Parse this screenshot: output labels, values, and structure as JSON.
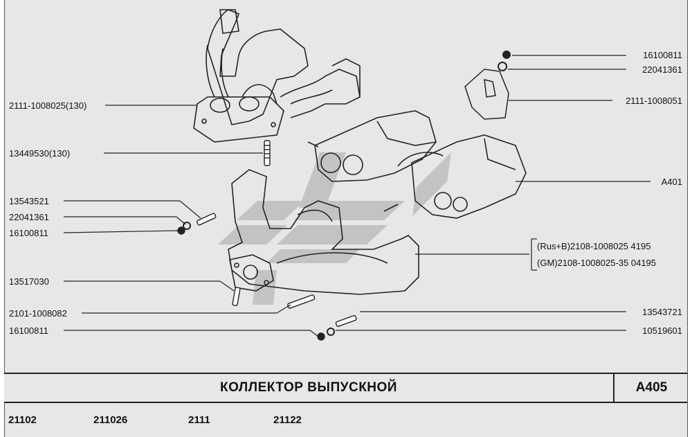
{
  "title": "КОЛЛЕКТОР   ВЫПУСКНОЙ",
  "section_code": "A405",
  "models": [
    "21102",
    "211026",
    "2111",
    "21122"
  ],
  "parts_left": [
    {
      "number": "2111-1008025(130)"
    },
    {
      "number": "13449530(130)"
    },
    {
      "number": "13543521"
    },
    {
      "number": "22041361"
    },
    {
      "number": "16100811"
    },
    {
      "number": "13517030"
    },
    {
      "number": "2101-1008082"
    },
    {
      "number": "16100811"
    }
  ],
  "parts_right": [
    {
      "number": "16100811"
    },
    {
      "number": "22041361"
    },
    {
      "number": "2111-1008051"
    },
    {
      "number": "A401"
    },
    {
      "number": "(Rus+B)2108-1008025   4195"
    },
    {
      "number": "(GM)2108-1008025-35  04195"
    },
    {
      "number": "13543721"
    },
    {
      "number": "10519601"
    }
  ],
  "colors": {
    "background": "#e7e7e7",
    "line": "#222222",
    "watermark": "#b9b9b9"
  }
}
